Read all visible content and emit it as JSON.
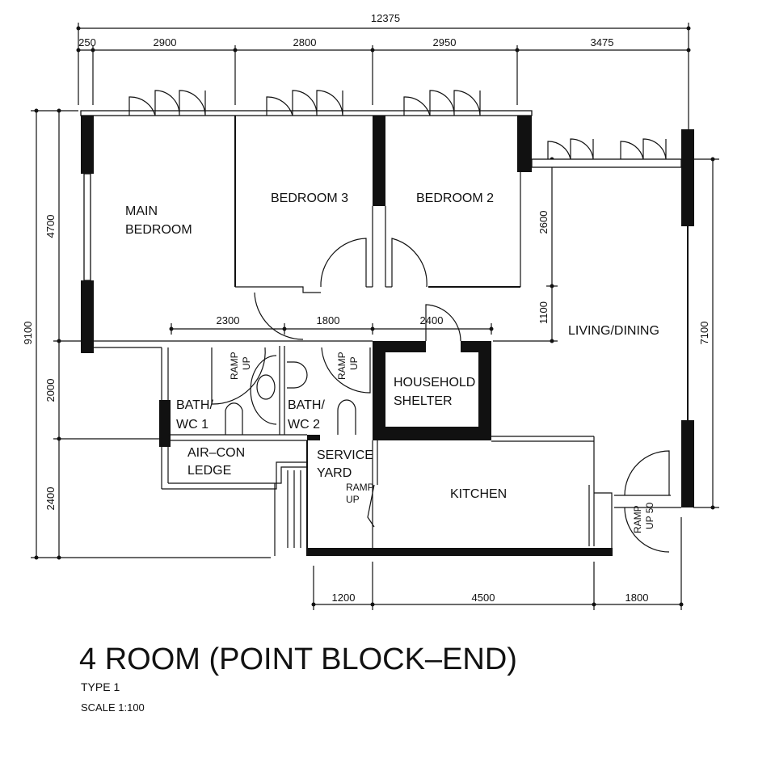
{
  "title": "4 ROOM (POINT BLOCK–END)",
  "type_label": "TYPE 1",
  "scale_label": "SCALE   1:100",
  "colors": {
    "ink": "#111111",
    "paper": "#ffffff"
  },
  "dimensions": {
    "overall_width": "12375",
    "top": [
      "250",
      "2900",
      "2800",
      "2950",
      "3475"
    ],
    "left_overall": "9100",
    "left": [
      "4700",
      "2000",
      "2400"
    ],
    "right_overall": "7100",
    "living_inner": [
      "2600",
      "1100"
    ],
    "middle": [
      "2300",
      "1800",
      "2400"
    ],
    "bottom": [
      "1200",
      "4500",
      "1800"
    ]
  },
  "rooms": {
    "main_bedroom": [
      "MAIN",
      "BEDROOM"
    ],
    "bedroom3": "BEDROOM 3",
    "bedroom2": "BEDROOM 2",
    "living": "LIVING/DINING",
    "bath1": [
      "BATH/",
      "WC  1"
    ],
    "bath2": [
      "BATH/",
      "WC  2"
    ],
    "shelter": [
      "HOUSEHOLD",
      "SHELTER"
    ],
    "aircon": [
      "AIR–CON",
      "LEDGE"
    ],
    "service": [
      "SERVICE",
      "YARD"
    ],
    "kitchen": "KITCHEN"
  },
  "ramps": {
    "bath1": [
      "RAMP",
      "UP"
    ],
    "bath2": [
      "RAMP",
      "UP"
    ],
    "service": [
      "RAMP",
      "UP"
    ],
    "entrance": [
      "RAMP",
      "UP 50"
    ]
  }
}
